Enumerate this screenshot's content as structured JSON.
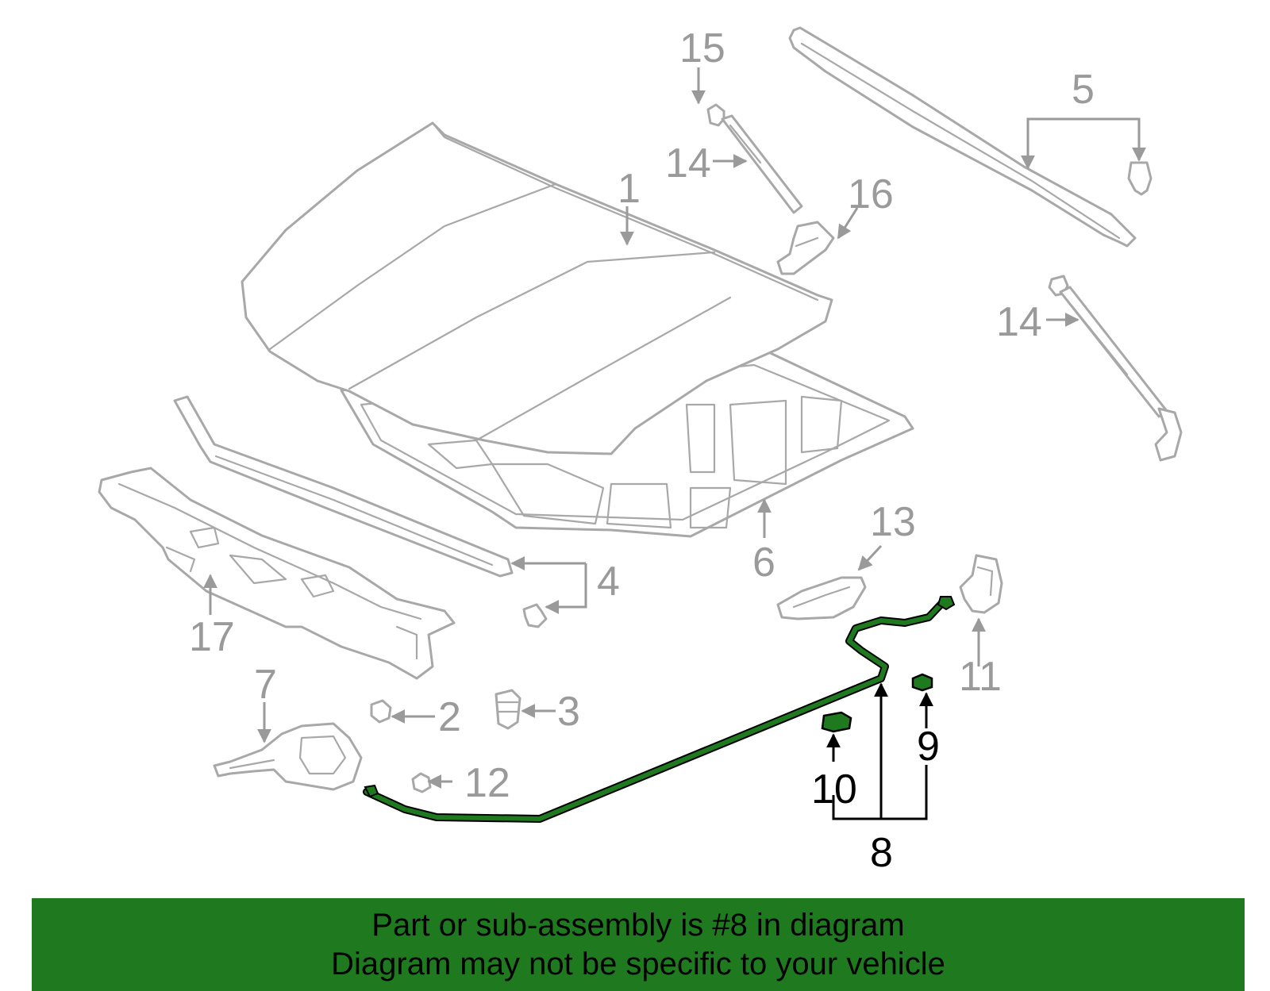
{
  "diagram": {
    "highlight_part": "8",
    "highlight_color": "#1f7a1f",
    "part_color": "#a8a8a8",
    "callouts": {
      "c1": "1",
      "c2": "2",
      "c3": "3",
      "c4": "4",
      "c5": "5",
      "c6": "6",
      "c7": "7",
      "c8": "8",
      "c9": "9",
      "c10": "10",
      "c11": "11",
      "c12": "12",
      "c13": "13",
      "c14a": "14",
      "c14b": "14",
      "c15": "15",
      "c16": "16",
      "c17": "17"
    }
  },
  "banner": {
    "line1": "Part or sub-assembly is #8 in diagram",
    "line2": "Diagram may not be specific to your vehicle",
    "background": "#1f7a1f"
  }
}
